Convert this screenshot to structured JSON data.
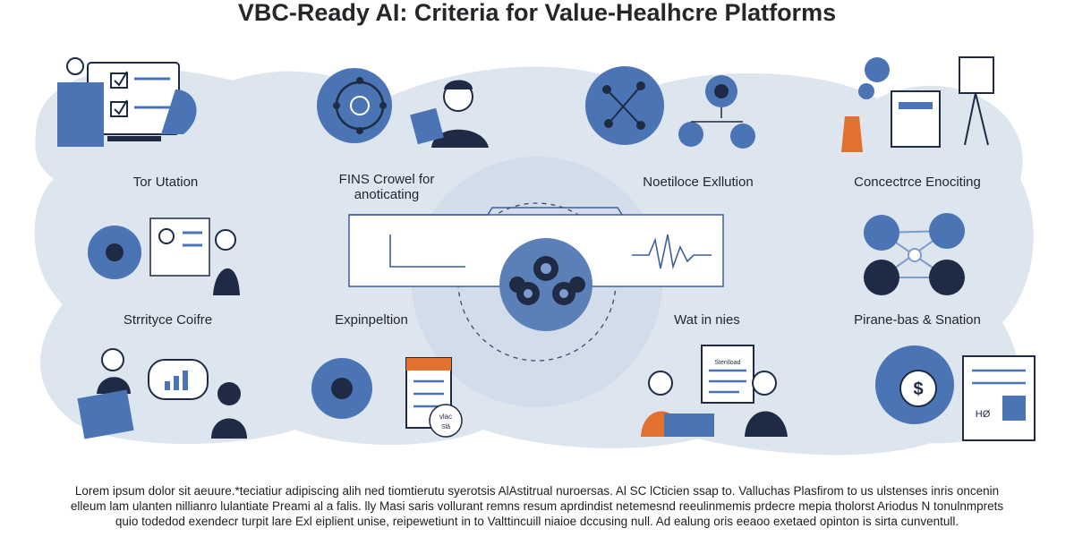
{
  "header": {
    "title": "VBC-Ready AI: Criteria for Value-Healhcre Platforms"
  },
  "cards": [
    {
      "id": "tor-utation",
      "label": "Tor Utation"
    },
    {
      "id": "fins-crowel",
      "label": "FINS Crowel for anoticating"
    },
    {
      "id": "noetiloce-exllution",
      "label": "Noetiloce Exllution"
    },
    {
      "id": "concectrce-enociting",
      "label": "Concectrce Enociting"
    },
    {
      "id": "strrityce-coifre",
      "label": "Strrityce Coifre"
    },
    {
      "id": "expinpeltion",
      "label": "Expinpeltion"
    },
    {
      "id": "wat-in-nies",
      "label": "Wat in nies"
    },
    {
      "id": "pirane-bas",
      "label": "Pirane-bas & Snation"
    }
  ],
  "doc_badge": "Stenlload",
  "tag_badge": "vlac",
  "tag_badge2": "Slâ",
  "chart_caption": "HØ",
  "footer": {
    "lines": [
      "Lorem ipsum dolor sit aeuure.*teciatiur adipiscing alih ned tiomtierutu syerotsis AlAstitrual nuroersas. Al SC lCticien ssap to. Valluchas Plasfirom to us ulstenses inris oncenin",
      "elleum lam ulanten nillianro lulantiate Preami al a falis. lly Masi saris vollurant remns resum aprdindist netemesnd reeulinmemis prdecre mepia tholorst Ariodus N tonulnmprets",
      "quio todedod exendecr turpit lare Exl eiplient unise, reipewetiunt in to Valttincuill niaioe dccusing null. Ad ealung oris eeaoo exetaed opinton is sirta cunventull."
    ]
  },
  "colors": {
    "primary": "#4a74b4",
    "light_bg": "#dfe6ef",
    "dark": "#1f2a44",
    "accent": "#e2702e"
  }
}
